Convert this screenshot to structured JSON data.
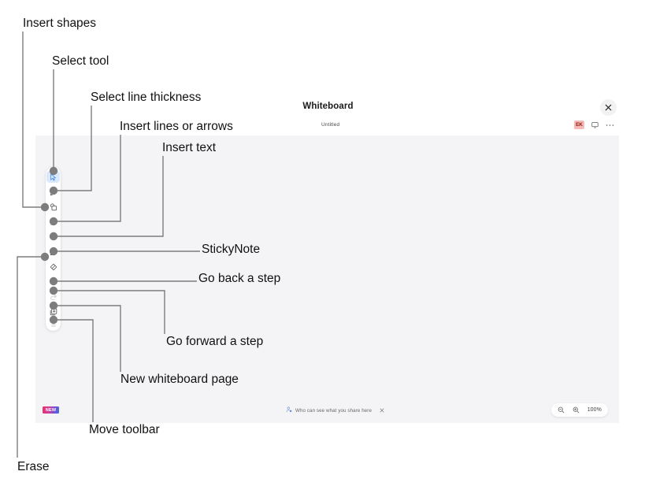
{
  "window": {
    "title": "Whiteboard",
    "doc_name": "Untitled",
    "close_icon": "close-icon",
    "avatar_initials": "EK",
    "present_icon": "monitor-icon",
    "more_icon": "more-horizontal-icon",
    "accent_avatar_bg": "#f6b9b6",
    "accent_avatar_fg": "#8d1b14",
    "canvas_bg": "#f4f4f6"
  },
  "toolbar": {
    "tools": [
      {
        "name": "select-tool",
        "icon": "cursor-arrow-icon",
        "selected": true
      },
      {
        "name": "pen-tool",
        "icon": "pencil-icon",
        "selected": false
      },
      {
        "name": "shapes-tool",
        "icon": "shapes-icon",
        "selected": false
      },
      {
        "name": "line-tool",
        "icon": "line-icon",
        "selected": false
      },
      {
        "name": "text-tool",
        "icon": "text-t-icon",
        "selected": false
      },
      {
        "name": "sticky-note-tool",
        "icon": "sticky-note-icon",
        "selected": false
      },
      {
        "name": "eraser-tool",
        "icon": "eraser-icon",
        "selected": false
      },
      {
        "name": "undo-button",
        "icon": "undo-arrow-icon",
        "selected": false
      },
      {
        "name": "redo-button",
        "icon": "redo-arrow-icon",
        "selected": false
      },
      {
        "name": "new-page-button",
        "icon": "copy-pages-icon",
        "selected": false
      },
      {
        "name": "move-toolbar-handle",
        "icon": "drag-handle-icon",
        "selected": false
      }
    ]
  },
  "bottom_bar": {
    "new_badge": "NEW",
    "share_notice": "Who can see what you share here",
    "share_notice_icon": "person-shield-icon",
    "share_notice_close_icon": "close-small-icon",
    "zoom_out_icon": "zoom-out-icon",
    "zoom_in_icon": "zoom-in-icon",
    "zoom_level": "100%"
  },
  "annotations": {
    "line_color": "#7d7d7d",
    "dot_color": "#7d7d7d",
    "items": [
      {
        "id": "insert-shapes",
        "label": "Insert shapes"
      },
      {
        "id": "select-tool",
        "label": "Select tool"
      },
      {
        "id": "select-line-thickness",
        "label": "Select line thickness"
      },
      {
        "id": "insert-lines-arrows",
        "label": "Insert lines or arrows"
      },
      {
        "id": "insert-text",
        "label": "Insert text"
      },
      {
        "id": "stickynote",
        "label": "StickyNote"
      },
      {
        "id": "go-back-a-step",
        "label": "Go back a step"
      },
      {
        "id": "go-forward-a-step",
        "label": "Go forward a step"
      },
      {
        "id": "new-whiteboard-page",
        "label": "New whiteboard page"
      },
      {
        "id": "move-toolbar",
        "label": "Move toolbar"
      },
      {
        "id": "erase",
        "label": "Erase"
      }
    ]
  }
}
